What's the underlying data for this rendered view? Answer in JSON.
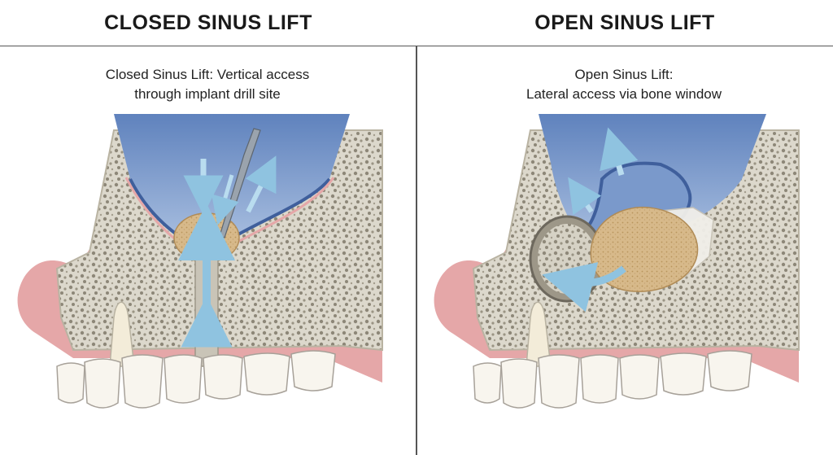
{
  "headings": {
    "closed": "CLOSED SINUS LIFT",
    "open": "OPEN SINUS LIFT"
  },
  "captions": {
    "closed": [
      "Closed Sinus Lift: Vertical access",
      "through implant drill site"
    ],
    "open": [
      "Open Sinus Lift:",
      "Lateral access via bone window"
    ]
  },
  "colors": {
    "sinus": "#7d9ccb",
    "membrane": "#3f5f9c",
    "bone": "#dcd8cc",
    "bone_pores": "#8d8778",
    "gum": "#e5a7a8",
    "graft": "#d7b98a",
    "tooth": "#f8f5ee",
    "arrow": "#b9dcef"
  },
  "icons": [
    "sinus-cavity-icon",
    "bone-graft-icon",
    "lift-arrow-icon",
    "osteotome-instrument-icon",
    "bone-window-icon",
    "tooth-icon"
  ]
}
